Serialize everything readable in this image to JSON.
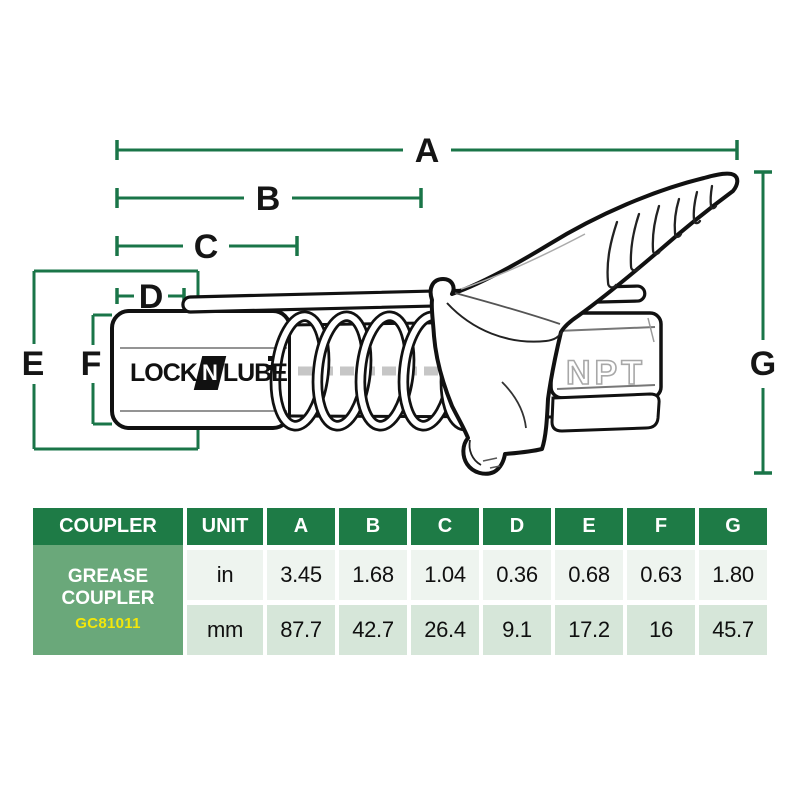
{
  "diagram": {
    "dims": {
      "a": "A",
      "b": "B",
      "c": "C",
      "d": "D",
      "e": "E",
      "f": "F",
      "g": "G"
    },
    "logo": {
      "lock": "LOCK",
      "n": "N",
      "lube": "LUBE"
    },
    "fitting_label": "NPT",
    "line_color": "#1a7548"
  },
  "table": {
    "columns": [
      "COUPLER",
      "UNIT",
      "A",
      "B",
      "C",
      "D",
      "E",
      "F",
      "G"
    ],
    "product": {
      "line1": "GREASE",
      "line2": "COUPLER",
      "code": "GC81011"
    },
    "rows": [
      {
        "unit": "in",
        "values": [
          "3.45",
          "1.68",
          "1.04",
          "0.36",
          "0.68",
          "0.63",
          "1.80"
        ]
      },
      {
        "unit": "mm",
        "values": [
          "87.7",
          "42.7",
          "26.4",
          "9.1",
          "17.2",
          "16",
          "45.7"
        ]
      }
    ],
    "colors": {
      "header_bg": "#1e7b46",
      "product_bg": "#6aa87a",
      "row_in_bg": "#eef4ef",
      "row_mm_bg": "#d6e6d9",
      "code_text": "#f2e70a",
      "dimension_line": "#1a7548"
    }
  }
}
